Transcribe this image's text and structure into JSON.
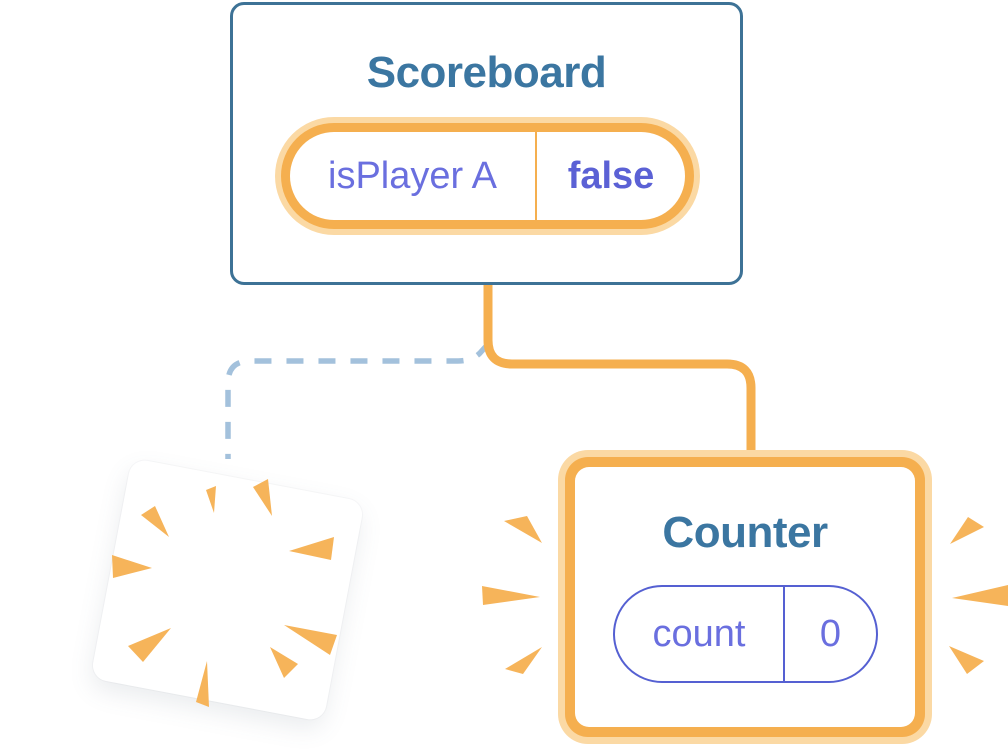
{
  "colors": {
    "background": "#FFFFFF",
    "card_border_blue": "#3D7296",
    "title_text_blue": "#3B76A1",
    "orange": "#F5AF4F",
    "orange_halo": "#FBD9A4",
    "burst_orange": "#F6B45A",
    "state_key_purple": "#6A6FDF",
    "state_value_purple": "#5B61D5",
    "counter_pill_border_purple": "#5560D2",
    "dashed_connector_blue": "#A3C1DC"
  },
  "scoreboard_card": {
    "title": "Scoreboard",
    "state_pill": {
      "key": "isPlayer A",
      "value": "false"
    }
  },
  "counter_card": {
    "title": "Counter",
    "state_pill": {
      "key": "count",
      "value": "0"
    }
  },
  "icons": {
    "sparkles": "sparkles-icon",
    "poof_burst": "poof-burst-icon",
    "emphasis_burst_left": "emphasis-burst-left-icon",
    "emphasis_burst_right": "emphasis-burst-right-icon"
  }
}
